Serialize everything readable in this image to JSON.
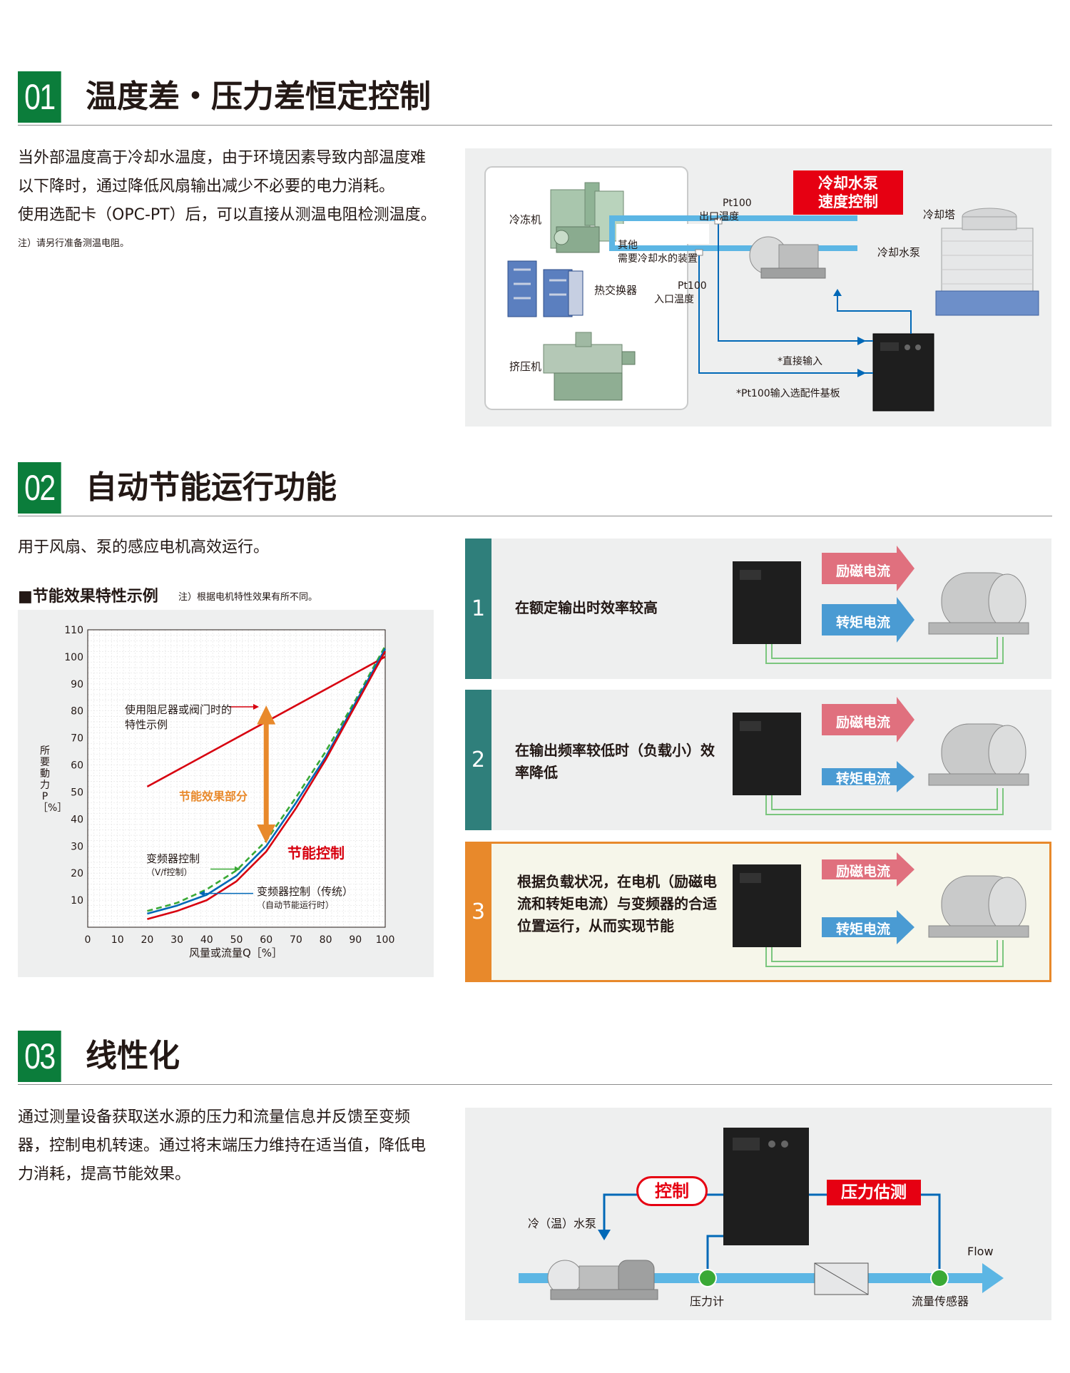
{
  "section1": {
    "number": "01",
    "title": "温度差・压力差恒定控制",
    "paragraph_lines": [
      "当外部温度高于冷却水温度，由于环境因素导致内部温度难",
      "以下降时，通过降低风扇输出减少不必要的电力消耗。",
      "使用选配卡（OPC-PT）后，可以直接从测温电阻检测温度。"
    ],
    "note": "注）请另行准备测温电阻。",
    "diagram": {
      "chiller": "冷冻机",
      "heat_exchanger": "热交换器",
      "extruder": "挤压机",
      "pt100_out": [
        "Pt100",
        "出口温度"
      ],
      "pt100_in": [
        "Pt100",
        "入口温度"
      ],
      "other_lines": [
        "其他",
        "需要冷却水的装置"
      ],
      "redbox_lines": [
        "冷却水泵",
        "速度控制"
      ],
      "cooling_tower": "冷却塔",
      "cooling_pump": "冷却水泵",
      "direct_input": "*直接输入",
      "pt100_board": "*Pt100输入选配件基板"
    }
  },
  "section2": {
    "number": "02",
    "title": "自动节能运行功能",
    "paragraph": "用于风扇、泵的感应电机高效运行。",
    "chart_heading": "■节能效果特性示例",
    "chart_heading_note": "注）根据电机特性效果有所不同。",
    "rows": [
      {
        "num": "1",
        "text": "在额定输出时效率较高",
        "excitation": "励磁电流",
        "torque": "转矩电流"
      },
      {
        "num": "2",
        "text": "在输出频率较低时（负载小）效率降低",
        "excitation": "励磁电流",
        "torque": "转矩电流"
      },
      {
        "num": "3",
        "text": "根据负载状况，在电机（励磁电流和转矩电流）与变频器的合适位置运行，从而实现节能",
        "excitation": "励磁电流",
        "torque": "转矩电流"
      }
    ]
  },
  "chart_data": {
    "type": "line",
    "xlabel": "风量或流量Q［%］",
    "ylabel": "所要動力P［%］",
    "xlim": [
      0,
      100
    ],
    "ylim": [
      0,
      110
    ],
    "x_ticks": [
      0,
      10,
      20,
      30,
      40,
      50,
      60,
      70,
      80,
      90,
      100
    ],
    "y_ticks": [
      10,
      20,
      30,
      40,
      50,
      60,
      70,
      80,
      90,
      100,
      110
    ],
    "grid": true,
    "series": [
      {
        "name": "使用阻尼器或阀门时的特性示例",
        "color": "#d7000f",
        "style": "solid",
        "x": [
          20,
          100
        ],
        "y": [
          52,
          100
        ]
      },
      {
        "name": "变频器控制（V/f控制）",
        "color": "#3aa935",
        "style": "dashed",
        "x": [
          20,
          30,
          40,
          50,
          60,
          70,
          80,
          90,
          100
        ],
        "y": [
          6,
          9,
          14,
          21,
          32,
          48,
          65,
          84,
          104
        ]
      },
      {
        "name": "变频器控制（传统）（自动节能运行时）",
        "color": "#0068b7",
        "style": "solid",
        "x": [
          20,
          30,
          40,
          50,
          60,
          70,
          80,
          90,
          100
        ],
        "y": [
          5,
          8,
          12,
          19,
          30,
          46,
          63,
          83,
          103
        ]
      },
      {
        "name": "节能控制",
        "color": "#d7000f",
        "style": "solid",
        "x": [
          20,
          30,
          40,
          50,
          60,
          70,
          80,
          90,
          100
        ],
        "y": [
          3,
          6,
          10,
          17,
          28,
          44,
          62,
          82,
          102
        ]
      }
    ],
    "annotations": {
      "damper_lines": [
        "使用阻尼器或阀门时的",
        "特性示例"
      ],
      "saving_part": "节能效果部分",
      "saving_control": "节能控制",
      "vf_lines": [
        "变频器控制",
        "（V/f控制）"
      ],
      "conventional_lines": [
        "变频器控制（传统）",
        "（自动节能运行时）"
      ]
    }
  },
  "section3": {
    "number": "03",
    "title": "线性化",
    "paragraph_lines": [
      "通过测量设备获取送水源的压力和流量信息并反馈至变频",
      "器，控制电机转速。通过将末端压力维持在适当值，降低电",
      "力消耗，提高节能效果。"
    ],
    "diagram": {
      "control": "控制",
      "pressure_est": "压力估测",
      "pump": "冷（温）水泵",
      "flow": "Flow",
      "gauge": "压力计",
      "flow_sensor": "流量传感器"
    }
  },
  "colors": {
    "green": "#0b7d3b",
    "red": "#e60012",
    "blue": "#0068b7",
    "teal": "#2f7f7b",
    "orange": "#e8892b",
    "pink": "#e0707e",
    "lightblue": "#4a9bd3"
  }
}
